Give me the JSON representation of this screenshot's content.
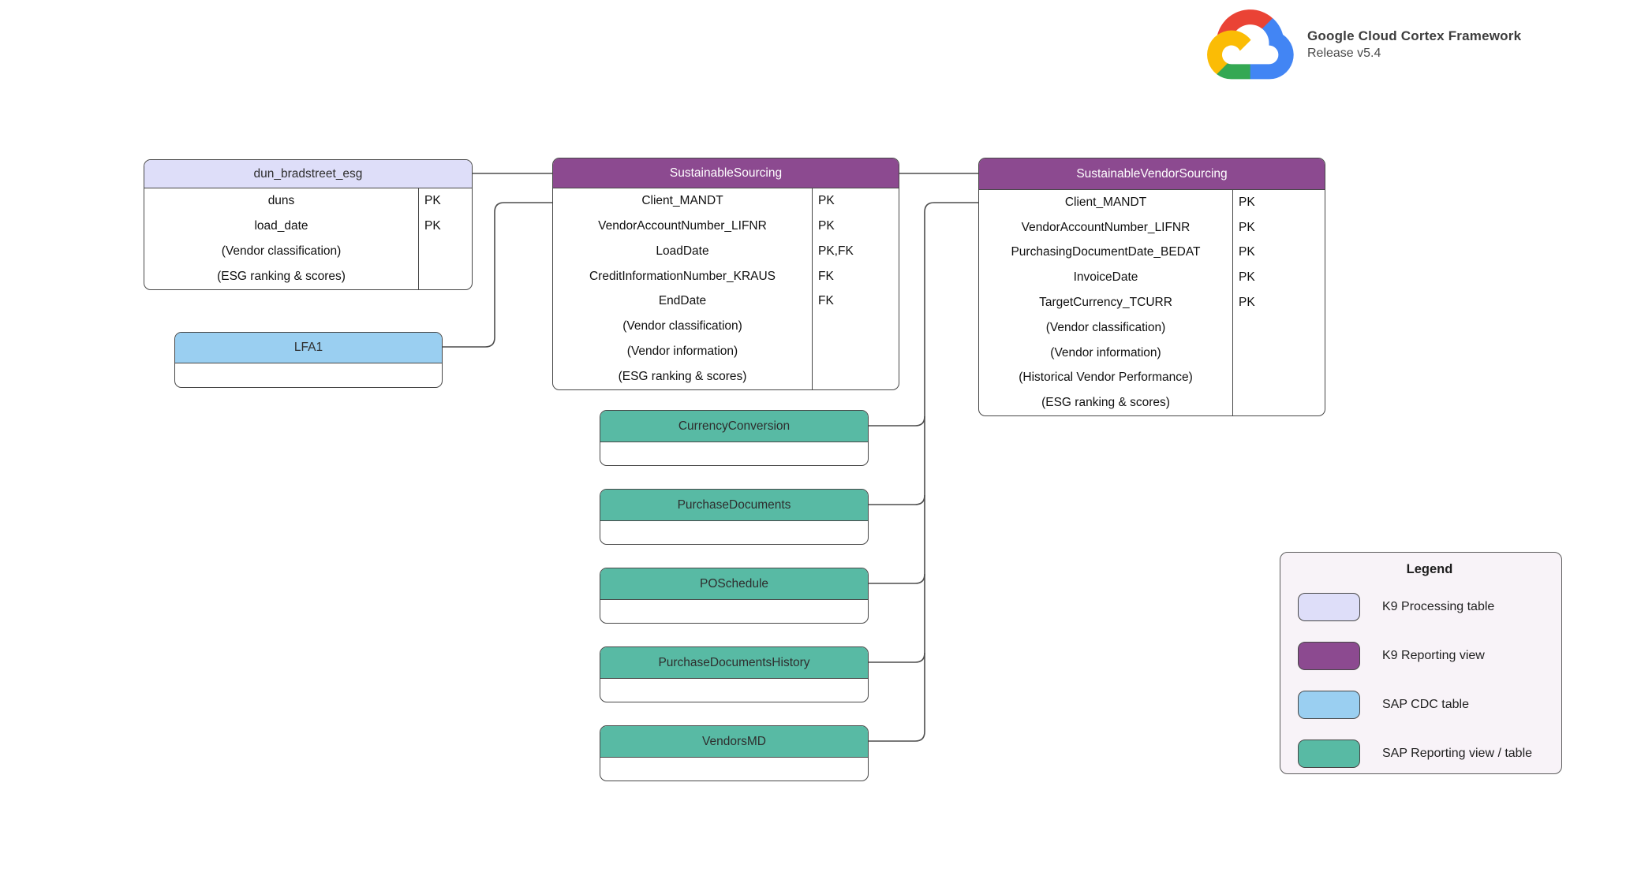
{
  "header": {
    "title": "Google Cloud Cortex Framework",
    "subtitle": "Release v5.4"
  },
  "type_colors": {
    "k9_processing": {
      "bg": "#DEDEF9",
      "text": "#2e2e2e"
    },
    "k9_reporting": {
      "bg": "#8C4A90",
      "text": "#FFFFFF"
    },
    "sap_cdc": {
      "bg": "#9ACFF1",
      "text": "#2e2e2e"
    },
    "sap_reporting": {
      "bg": "#58BAA4",
      "text": "#2e2e2e"
    }
  },
  "tables": [
    {
      "id": "dun_bradstreet_esg",
      "title": "dun_bradstreet_esg",
      "type": "k9_processing",
      "has_key_column": true,
      "rows": [
        {
          "name": "duns",
          "key": "PK"
        },
        {
          "name": "load_date",
          "key": "PK"
        },
        {
          "name": "(Vendor classification)",
          "key": ""
        },
        {
          "name": "(ESG ranking & scores)",
          "key": ""
        }
      ]
    },
    {
      "id": "LFA1",
      "title": "LFA1",
      "type": "sap_cdc",
      "has_key_column": false,
      "rows": []
    },
    {
      "id": "SustainableSourcing",
      "title": "SustainableSourcing",
      "type": "k9_reporting",
      "has_key_column": true,
      "rows": [
        {
          "name": "Client_MANDT",
          "key": "PK"
        },
        {
          "name": "VendorAccountNumber_LIFNR",
          "key": "PK"
        },
        {
          "name": "LoadDate",
          "key": "PK,FK"
        },
        {
          "name": "CreditInformationNumber_KRAUS",
          "key": "FK"
        },
        {
          "name": "EndDate",
          "key": "FK"
        },
        {
          "name": "(Vendor classification)",
          "key": ""
        },
        {
          "name": "(Vendor information)",
          "key": ""
        },
        {
          "name": "(ESG ranking & scores)",
          "key": ""
        }
      ]
    },
    {
      "id": "SustainableVendorSourcing",
      "title": "SustainableVendorSourcing",
      "type": "k9_reporting",
      "has_key_column": true,
      "rows": [
        {
          "name": "Client_MANDT",
          "key": "PK"
        },
        {
          "name": "VendorAccountNumber_LIFNR",
          "key": "PK"
        },
        {
          "name": "PurchasingDocumentDate_BEDAT",
          "key": "PK"
        },
        {
          "name": "InvoiceDate",
          "key": "PK"
        },
        {
          "name": "TargetCurrency_TCURR",
          "key": "PK"
        },
        {
          "name": "(Vendor classification)",
          "key": ""
        },
        {
          "name": "(Vendor information)",
          "key": ""
        },
        {
          "name": "(Historical Vendor Performance)",
          "key": ""
        },
        {
          "name": "(ESG ranking & scores)",
          "key": ""
        }
      ]
    },
    {
      "id": "CurrencyConversion",
      "title": "CurrencyConversion",
      "type": "sap_reporting",
      "has_key_column": false,
      "rows": []
    },
    {
      "id": "PurchaseDocuments",
      "title": "PurchaseDocuments",
      "type": "sap_reporting",
      "has_key_column": false,
      "rows": []
    },
    {
      "id": "POSchedule",
      "title": "POSchedule",
      "type": "sap_reporting",
      "has_key_column": false,
      "rows": []
    },
    {
      "id": "PurchaseDocumentsHistory",
      "title": "PurchaseDocumentsHistory",
      "type": "sap_reporting",
      "has_key_column": false,
      "rows": []
    },
    {
      "id": "VendorsMD",
      "title": "VendorsMD",
      "type": "sap_reporting",
      "has_key_column": false,
      "rows": []
    }
  ],
  "legend": {
    "title": "Legend",
    "items": [
      {
        "label": "K9 Processing table",
        "type": "k9_processing"
      },
      {
        "label": "K9 Reporting view",
        "type": "k9_reporting"
      },
      {
        "label": "SAP CDC table",
        "type": "sap_cdc"
      },
      {
        "label": "SAP Reporting view / table",
        "type": "sap_reporting"
      }
    ]
  }
}
